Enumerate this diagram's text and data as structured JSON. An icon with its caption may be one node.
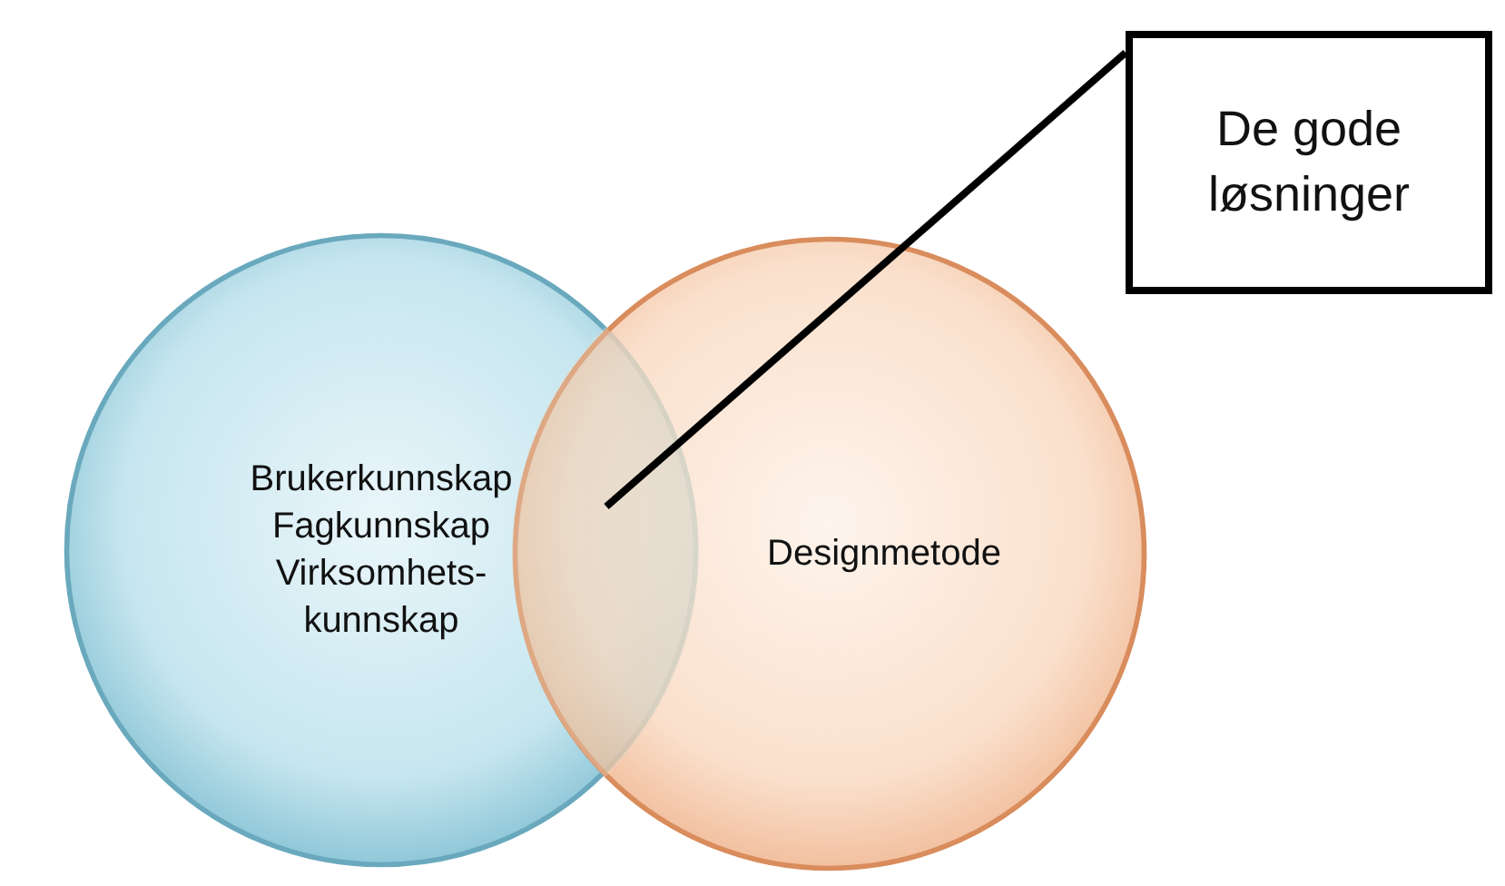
{
  "diagram": {
    "nodes": [
      {
        "text": [
          "Brukerkunnskap Fagkunnskap Virksomhets- kunnskap"
        ]
      },
      {
        "text": [
          "Designmetode"
        ]
      },
      {
        "text": [
          "De gode løsninger"
        ]
      },
      {
        "text": [],
        "shape": "lens"
      }
    ],
    "edges": [
      {
        "from": 2,
        "to": 3,
        "arrow": "none"
      }
    ]
  }
}
